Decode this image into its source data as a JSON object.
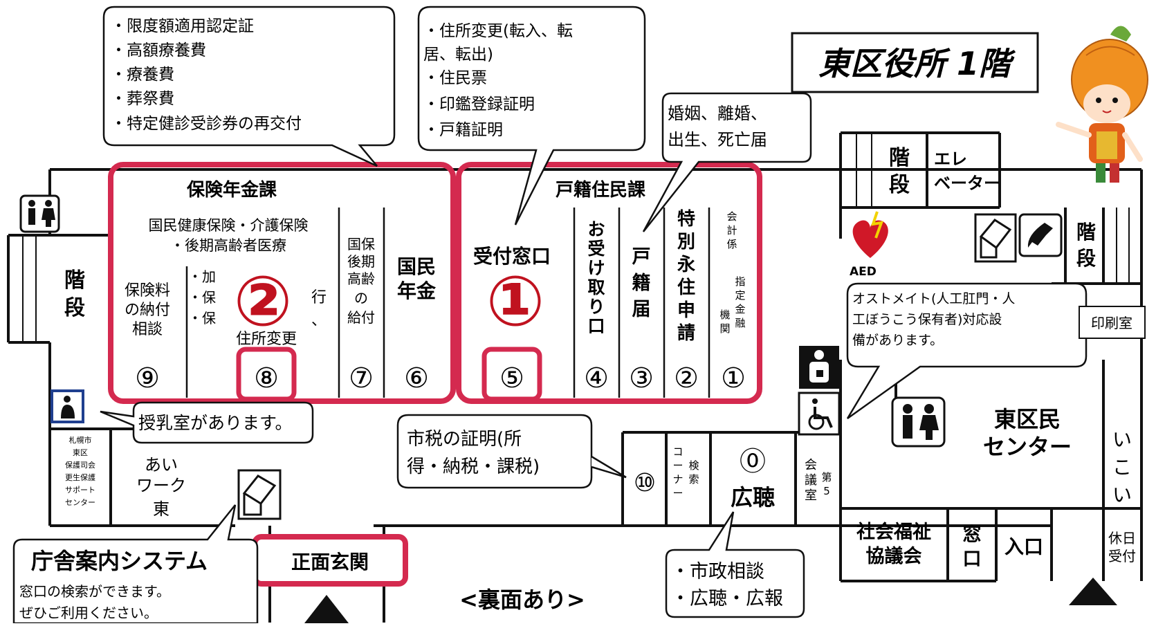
{
  "floor_title": "東区役所 1階",
  "accent_color": "#d42a4f",
  "number_color": "#c0121f",
  "callouts": {
    "insurance_services": [
      "・限度額適用認定証",
      "・高額療養費",
      "・療養費",
      "・葬祭費",
      "・特定健診受診券の再交付"
    ],
    "registry_services": [
      "・住所変更(転入、転",
      "居、転出)",
      "・住民票",
      "・印鑑登録証明",
      "・戸籍証明"
    ],
    "family_registry": [
      "婚姻、離婚、",
      "出生、死亡届"
    ],
    "nursing_room": "授乳室があります。",
    "city_tax": [
      "市税の証明(所",
      "得・納税・課税)"
    ],
    "ostomate": [
      "オストメイト(人工肛門・人",
      "工ぼうこう保有者)対応設",
      "備があります。"
    ],
    "guide_system": {
      "title": "庁舎案内システム",
      "lines": [
        "窓口の検索ができます。",
        "ぜひご利用ください。"
      ]
    },
    "public_hearing": [
      "・市政相談",
      "・広聴・広報"
    ]
  },
  "sections": {
    "hoken": {
      "title": "保険年金課",
      "subtitle": [
        "国民健康保険・介護保険",
        "・後期高齢者医療"
      ],
      "area_number": "②",
      "counters": [
        {
          "number": "⑨",
          "label": [
            "保険料",
            "の納付",
            "相談"
          ]
        },
        {
          "number": "⑧",
          "label": [
            "・加",
            "・保",
            "・保",
            "行",
            "、",
            "住所変更"
          ]
        },
        {
          "number": "⑦",
          "label": [
            "国保",
            "後期",
            "高齢",
            "の",
            "給付"
          ]
        },
        {
          "number": "⑥",
          "label": [
            "国民",
            "年金"
          ]
        }
      ]
    },
    "koseki": {
      "title": "戸籍住民課",
      "area_number": "①",
      "counters": [
        {
          "number": "⑤",
          "label": [
            "受付窓口"
          ]
        },
        {
          "number": "④",
          "label": [
            "お",
            "受",
            "け",
            "取",
            "り",
            "口"
          ]
        },
        {
          "number": "③",
          "label": [
            "戸",
            "籍",
            "届"
          ]
        },
        {
          "number": "②",
          "label": [
            "特",
            "別",
            "永",
            "住",
            "申",
            "請"
          ]
        },
        {
          "number": "①",
          "label": [
            "会",
            "計",
            "係",
            "指",
            "定",
            "金",
            "融",
            "機",
            "関"
          ]
        }
      ]
    }
  },
  "rooms": {
    "stairs_left": [
      "階",
      "段"
    ],
    "stairs_center": [
      "階",
      "段"
    ],
    "elevator": [
      "エレ",
      "ベーター"
    ],
    "stairs_right": [
      "階",
      "段"
    ],
    "aed": "AED",
    "print_room": "印刷室",
    "east_center": [
      "東区民",
      "センター"
    ],
    "ikoi": [
      "い",
      "こ",
      "い"
    ],
    "social_welfare": [
      "社会福祉",
      "協議会"
    ],
    "window": [
      "窓",
      "口"
    ],
    "entrance": "入口",
    "holiday_reception": [
      "休日",
      "受付"
    ],
    "meeting_room": [
      "会",
      "議",
      "室"
    ],
    "meeting_room_no": [
      "第",
      "5"
    ],
    "kocho": {
      "number": "⓪",
      "name": "広聴"
    },
    "counter_10": "⑩",
    "search_corner": [
      "コ",
      "ー",
      "ナ",
      "ー"
    ],
    "search_corner_name": [
      "検",
      "索"
    ],
    "ai_work": [
      "あい",
      "ワーク",
      "東"
    ],
    "support_center": [
      "札幌市",
      "東区",
      "保護司会",
      "更生保護",
      "サポート",
      "センター"
    ],
    "main_entrance": "正面玄関"
  },
  "footer_note": "<裏面あり>",
  "icons": [
    "restroom-icon",
    "aed-heart-icon",
    "kiosk-icon",
    "phone-icon",
    "nursing-room-icon",
    "ostomate-icon",
    "wheelchair-icon",
    "entrance-arrow-icon",
    "mascot-onion-icon"
  ]
}
